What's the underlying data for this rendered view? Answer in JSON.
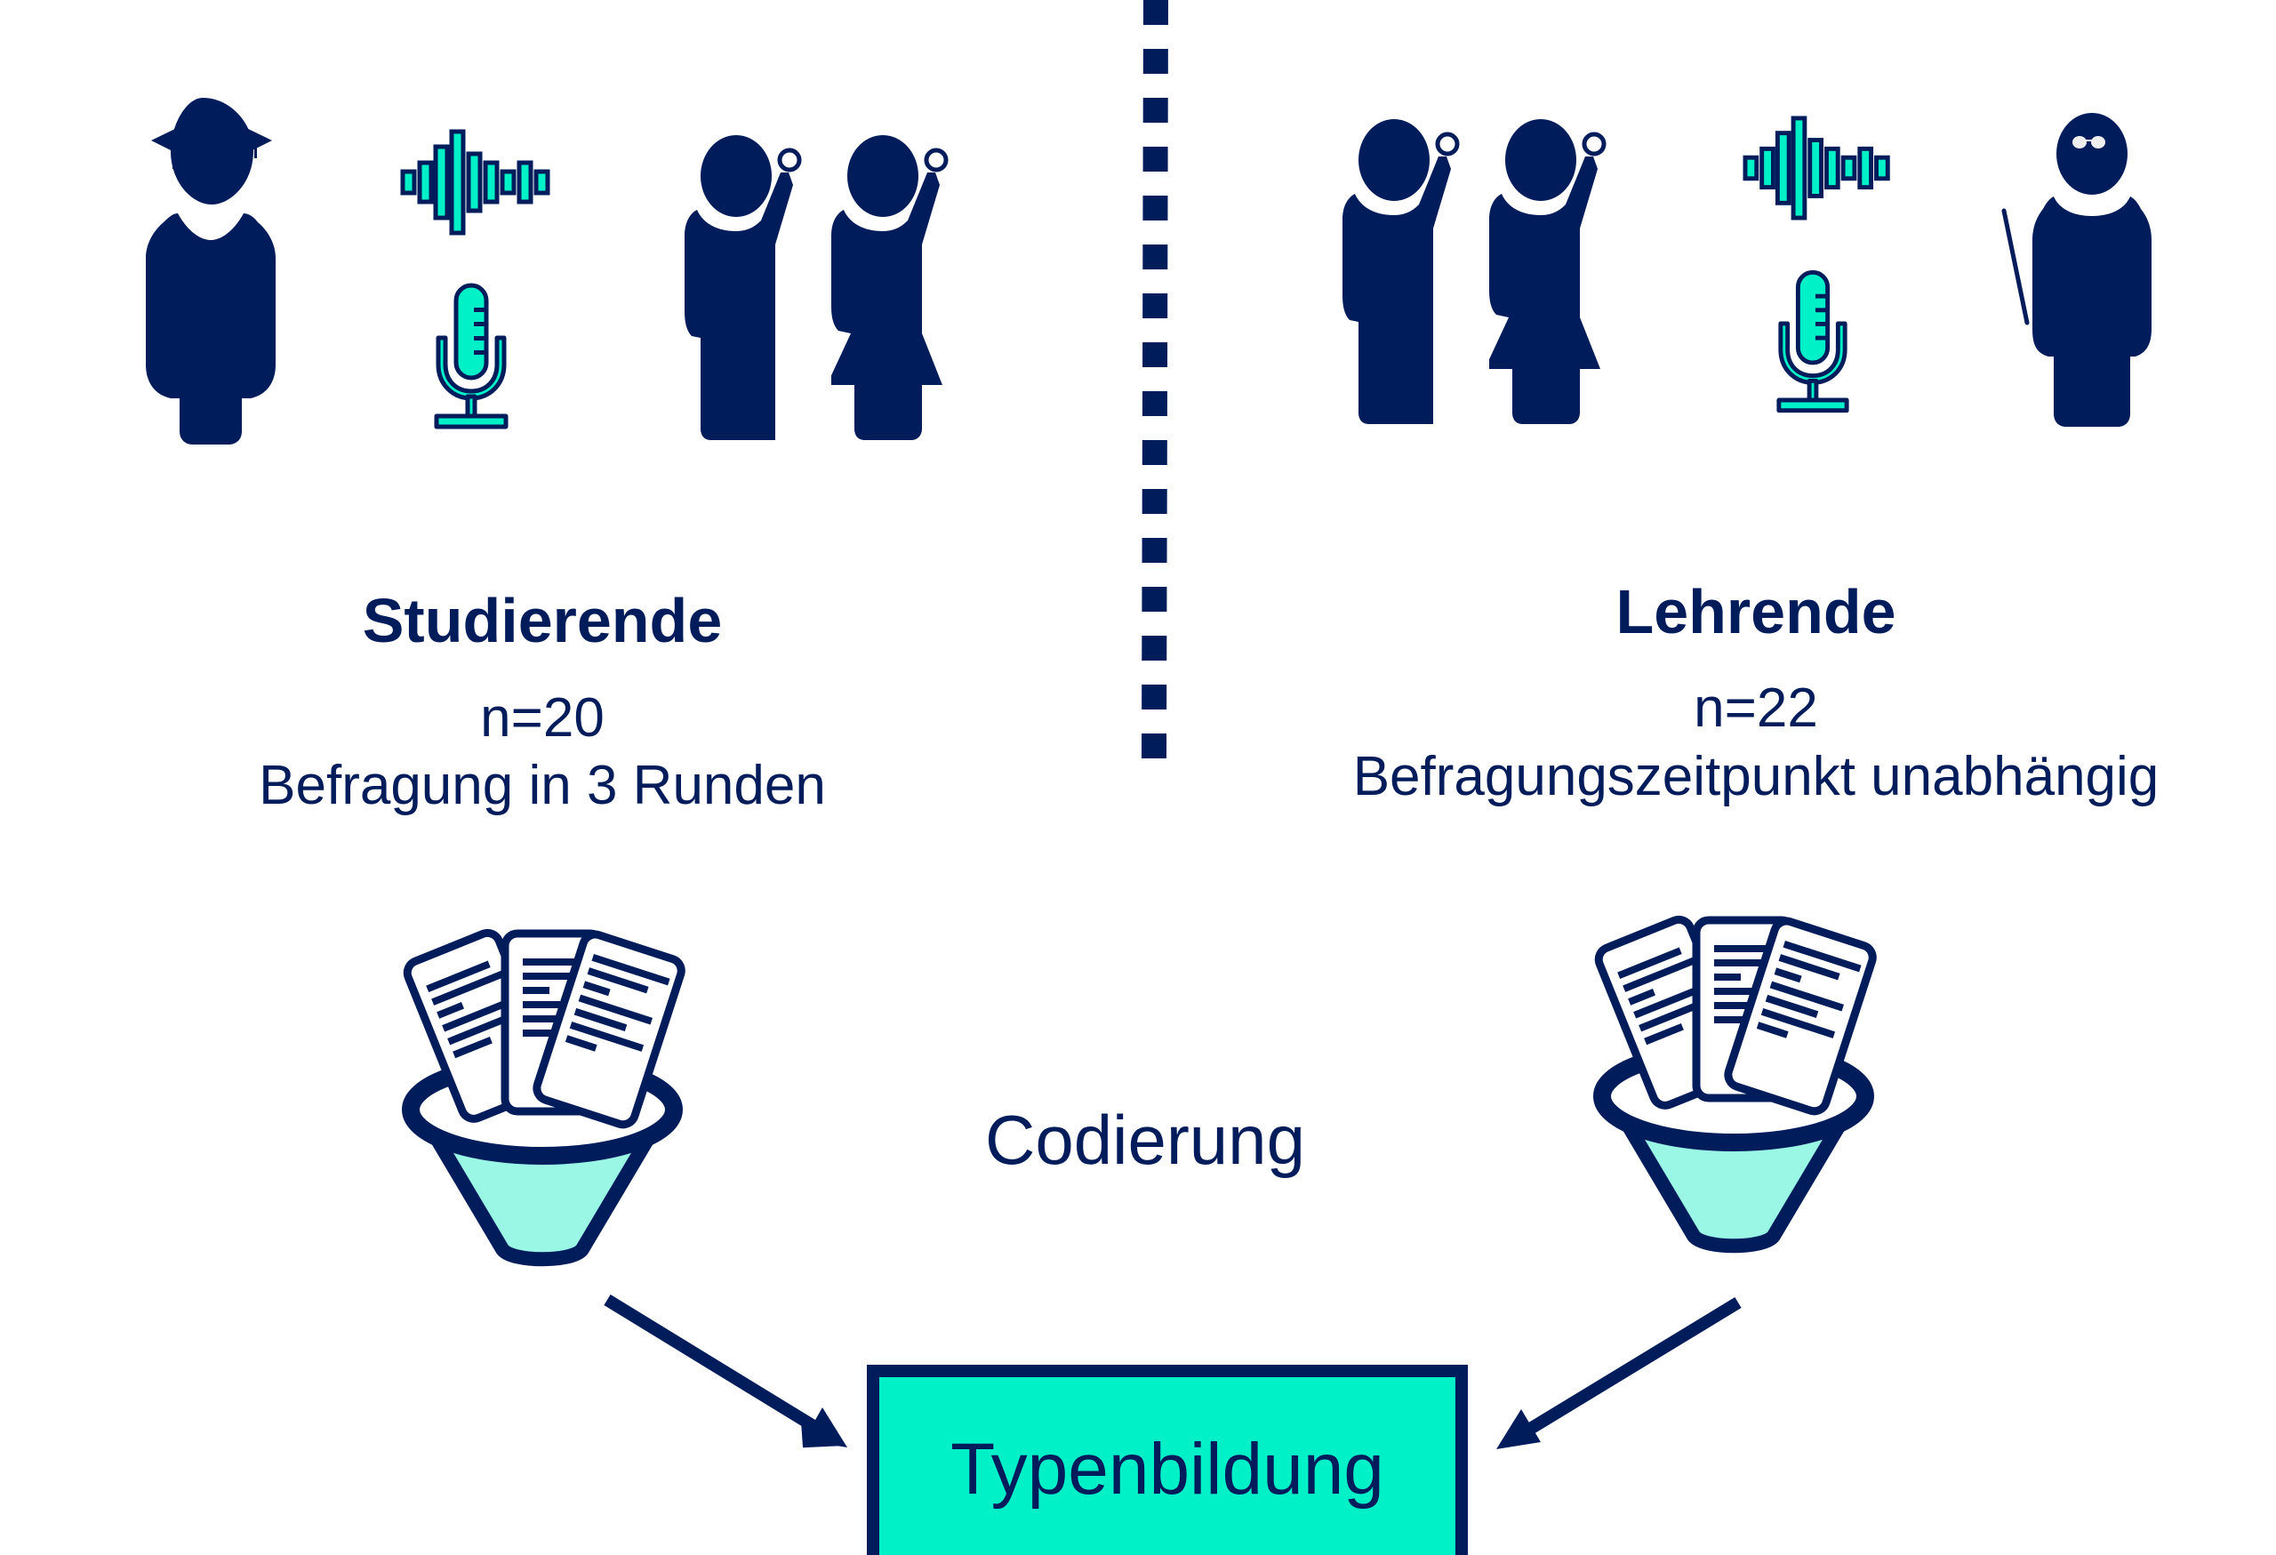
{
  "colors": {
    "navy": "#001c5b",
    "accent": "#00f0c8",
    "funnel_fill": "#9af7e5",
    "background": "#ffffff"
  },
  "groups": [
    {
      "title": "Studierende",
      "sample": "n=20",
      "note": "Befragung in 3 Runden",
      "icons": [
        "graduate-icon",
        "sound-wave-icon",
        "microphone-icon",
        "two-students-raising-hand-icon"
      ]
    },
    {
      "title": "Lehrende",
      "sample": "n=22",
      "note": "Befragungszeitpunkt unabhängig",
      "icons": [
        "two-students-raising-hand-icon",
        "sound-wave-icon",
        "microphone-icon",
        "teacher-with-pointer-icon"
      ]
    }
  ],
  "process": {
    "coding_label": "Codierung",
    "result_label": "Typenbildung",
    "funnel_icon": "documents-funnel-icon"
  }
}
